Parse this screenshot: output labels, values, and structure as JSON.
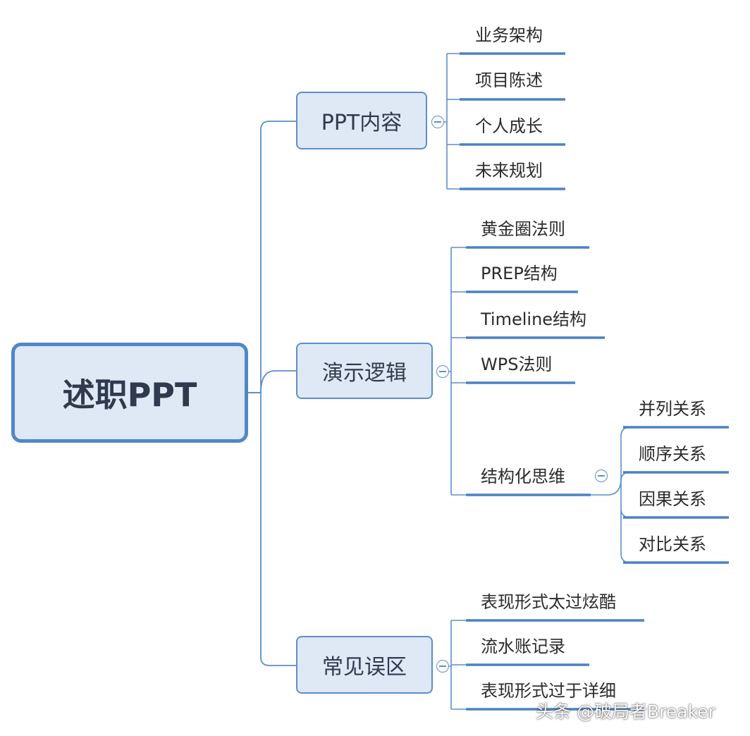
{
  "root": {
    "label": "述职PPT"
  },
  "branches": [
    {
      "label": "PPT内容",
      "children": [
        "业务架构",
        "项目陈述",
        "个人成长",
        "未来规划"
      ]
    },
    {
      "label": "演示逻辑",
      "children": [
        "黄金圈法则",
        "PREP结构",
        "Timeline结构",
        "WPS法则",
        "结构化思维"
      ],
      "sub": {
        "parent": "结构化思维",
        "children": [
          "并列关系",
          "顺序关系",
          "因果关系",
          "对比关系"
        ]
      }
    },
    {
      "label": "常见误区",
      "children": [
        "表现形式太过炫酷",
        "流水账记录",
        "表现形式过于详细"
      ]
    }
  ],
  "watermark": "头条 @破局者Breaker",
  "colors": {
    "line": "#5b8fcc",
    "underline": "#4a82c4",
    "node_fill": "#dfe8f5",
    "root_border": "#4f87c9"
  }
}
